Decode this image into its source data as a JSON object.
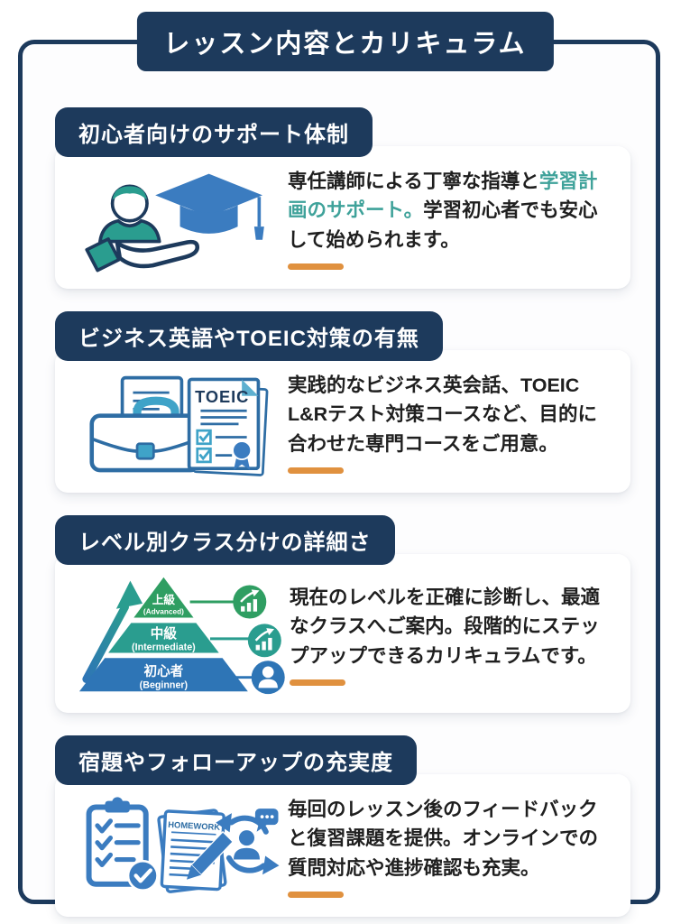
{
  "title": "レッスン内容とカリキュラム",
  "colors": {
    "navy": "#1d3a5c",
    "teal_text": "#3fa29a",
    "orange_underline": "#e0913f",
    "icon_blue": "#3b7cc0",
    "icon_outline_blue": "#2e6da4",
    "pyramid_green": "#2f9e62",
    "pyramid_teal": "#2a9d8f",
    "pyramid_blue": "#2e75b6"
  },
  "sections": [
    {
      "heading": "初心者向けのサポート体制",
      "icon": "person-graduation-icon",
      "body": {
        "pre": "専任講師による丁寧な指導と",
        "highlight": "学習計画のサポート。",
        "post": "学習初心者でも安心して始められます。"
      }
    },
    {
      "heading": "ビジネス英語やTOEIC対策の有無",
      "icon": "briefcase-toeic-certificate-icon",
      "body": {
        "pre": "実践的なビジネス英会話、TOEIC L&Rテスト対策コースなど、目的に合わせた専門コースをご用意。",
        "highlight": "",
        "post": ""
      }
    },
    {
      "heading": "レベル別クラス分けの詳細さ",
      "icon": "level-pyramid-icon",
      "body": {
        "pre": "現在のレベルを正確に診断し、最適なクラスへご案内。段階的にステップアップできるカリキュラムです。",
        "highlight": "",
        "post": ""
      }
    },
    {
      "heading": "宿題やフォローアップの充実度",
      "icon": "homework-followup-icon",
      "body": {
        "pre": "毎回のレッスン後のフィードバックと復習課題を提供。オンラインでの質問対応や進捗確認も充実。",
        "highlight": "",
        "post": ""
      }
    }
  ],
  "pyramid": {
    "levels": [
      {
        "jp": "上級",
        "en": "(Advanced)"
      },
      {
        "jp": "中級",
        "en": "(Intermediate)"
      },
      {
        "jp": "初心者",
        "en": "(Beginner)"
      }
    ]
  },
  "icon_labels": {
    "toeic": "TOEIC",
    "homework": "HOMEWORK"
  }
}
